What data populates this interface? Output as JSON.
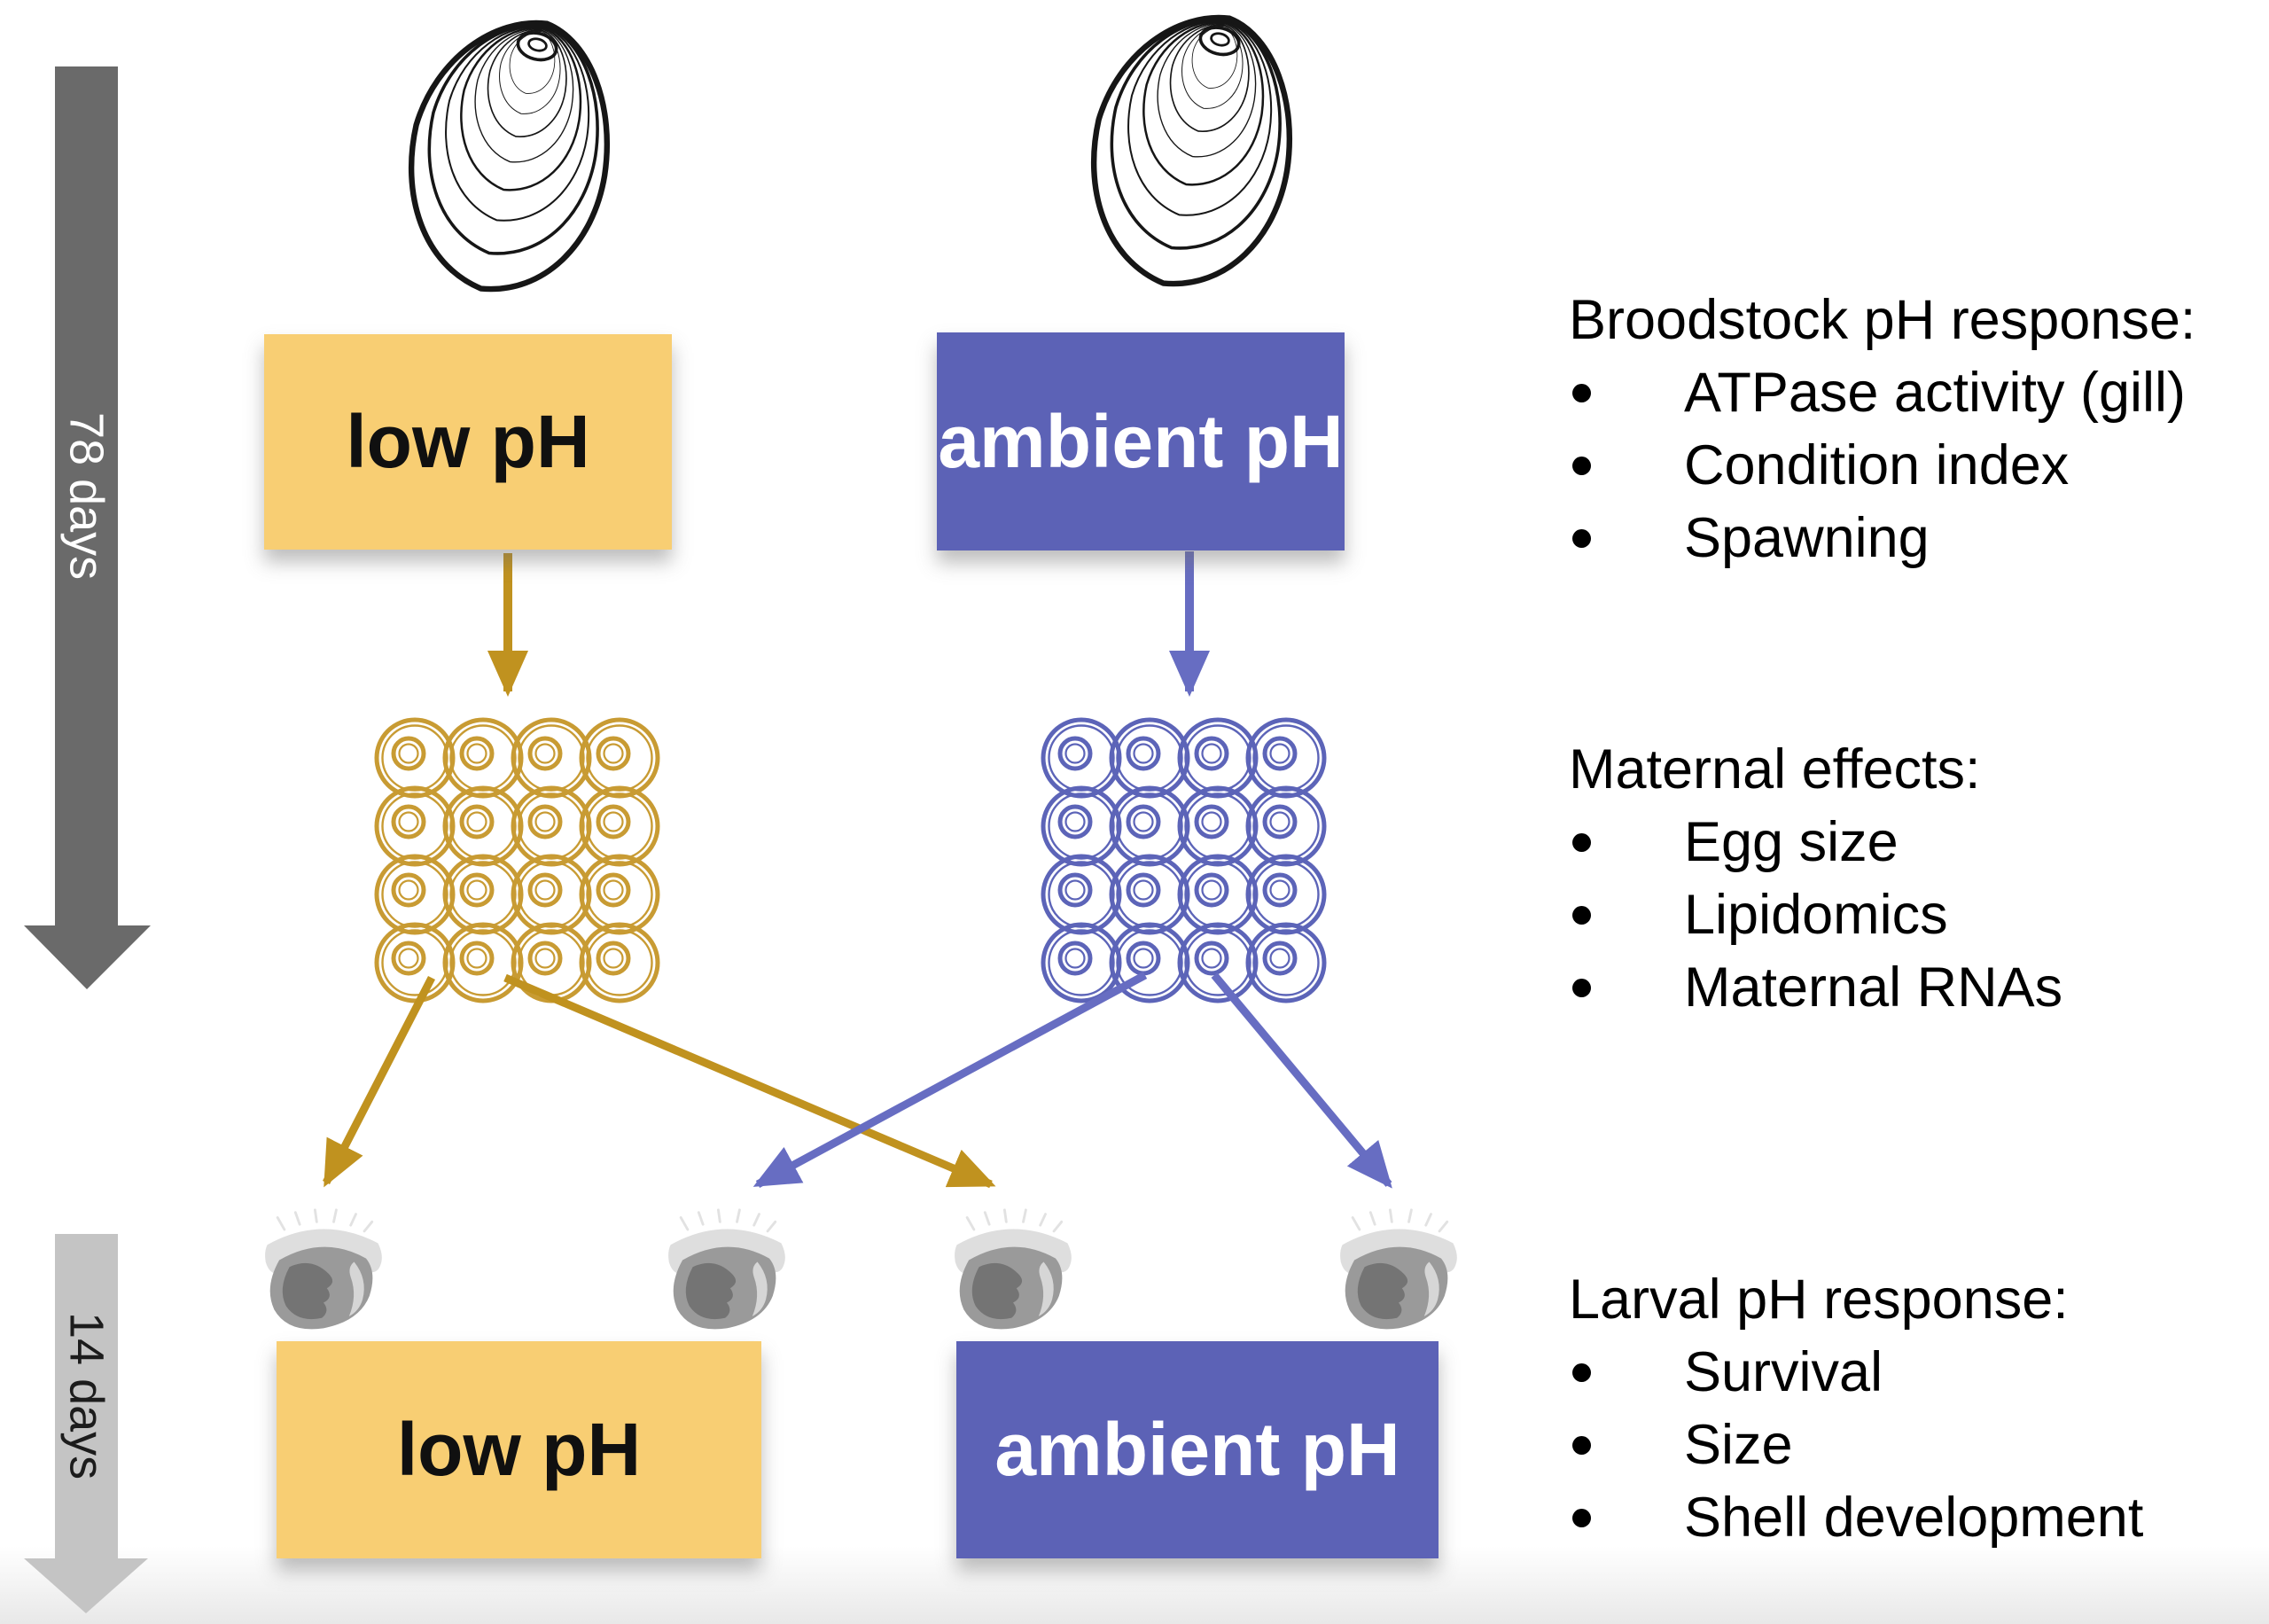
{
  "figure": {
    "description": "Experimental design diagram: broodstock clams held at two pH treatments spawn eggs reciprocally crossed into larval pH treatments"
  },
  "colors": {
    "low_ph_fill": "#F8CE73",
    "ambient_ph_fill": "#5C62B6",
    "gold_arrow": "#C0921F",
    "gold_egg": "#C89B33",
    "purple_arrow": "#676DC2",
    "purple_egg": "#5C64B8",
    "timeline_dark": "#6A6A6A",
    "timeline_light": "#C4C4C4",
    "text": "#000000",
    "bottom_fade": "#E8E8E8"
  },
  "timeline": {
    "broodstock_duration": "78 days",
    "larval_duration": "14 days"
  },
  "boxes": {
    "broodstock_low": "low pH",
    "broodstock_ambient": "ambient pH",
    "larval_low": "low pH",
    "larval_ambient": "ambient pH"
  },
  "annotations": {
    "broodstock": {
      "title": "Broodstock pH response:",
      "items": [
        "ATPase activity (gill)",
        "Condition index",
        "Spawning"
      ]
    },
    "maternal": {
      "title": "Maternal effects:",
      "items": [
        "Egg size",
        "Lipidomics",
        "Maternal RNAs"
      ]
    },
    "larval": {
      "title": "Larval pH response:",
      "items": [
        "Survival",
        "Size",
        "Shell development"
      ]
    }
  },
  "icons": {
    "clam": "adult-clam-illustration",
    "eggs": "egg-cluster",
    "larva": "veliger-larva"
  }
}
